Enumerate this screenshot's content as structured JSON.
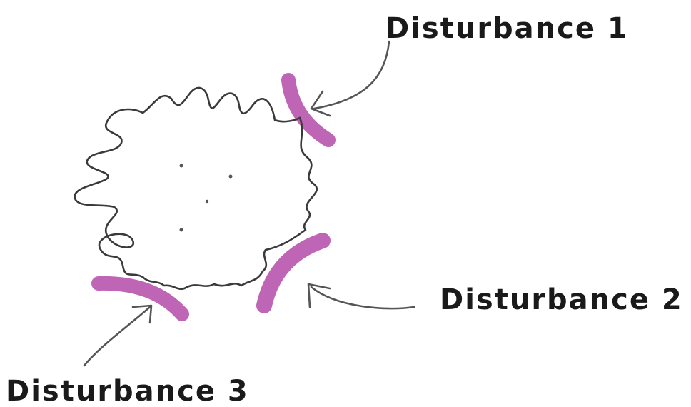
{
  "disturbances": [
    {
      "label": "Disturbance 1"
    },
    {
      "label": "Disturbance 2"
    },
    {
      "label": "Disturbance 3"
    }
  ],
  "colors": {
    "ink": "#3a3a3a",
    "highlight": "#a8329c",
    "background": "#ffffff"
  }
}
